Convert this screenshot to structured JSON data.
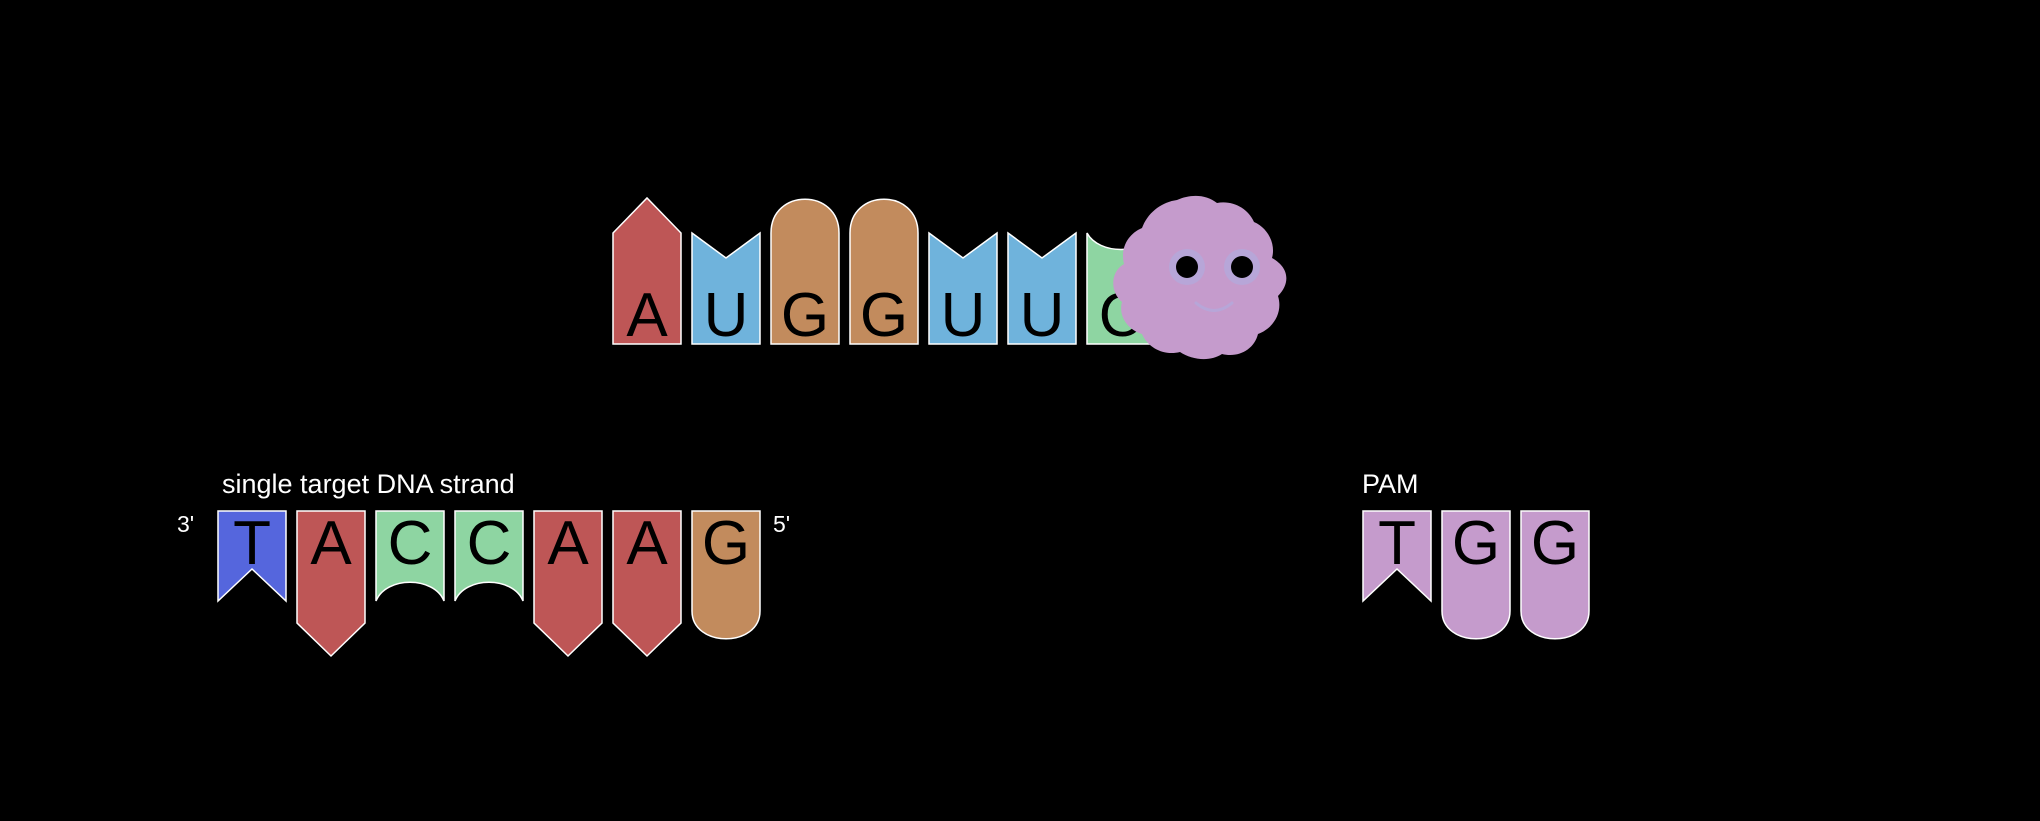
{
  "colors": {
    "A": "#be5656",
    "U": "#6fb3dc",
    "G": "#c28b5d",
    "C": "#8ed5a2",
    "T": "#5566dd",
    "pam": "#c59bcc",
    "cas9_body": "#c59bcc",
    "cas9_eye_ring": "#b7a6d8",
    "background": "#000000"
  },
  "rna_strand": {
    "bases": [
      "A",
      "U",
      "G",
      "G",
      "U",
      "U",
      "C"
    ]
  },
  "cas9": {
    "icon": "smiling-protein-blob-icon"
  },
  "target_dna": {
    "label": "single target DNA strand",
    "end_left": "3'",
    "end_right": "5'",
    "bases": [
      "T",
      "A",
      "C",
      "C",
      "A",
      "A",
      "G"
    ]
  },
  "pam": {
    "label": "PAM",
    "bases": [
      "T",
      "G",
      "G"
    ]
  }
}
